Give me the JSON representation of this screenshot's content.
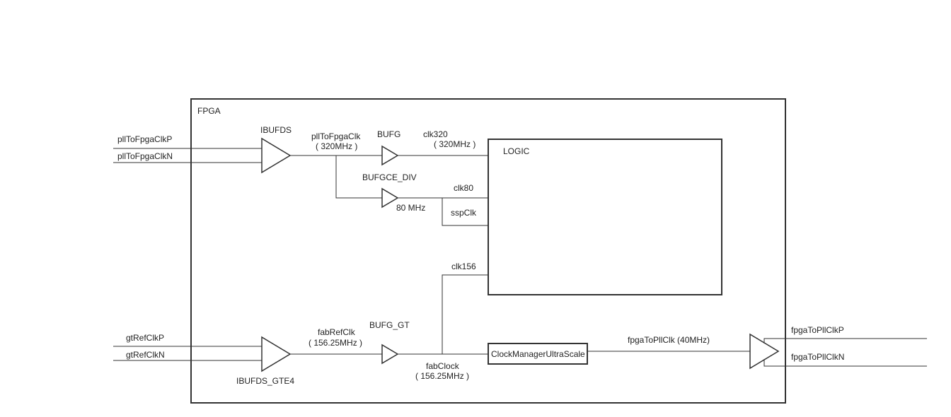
{
  "diagram": {
    "fpga_label": "FPGA",
    "logic_label": "LOGIC",
    "clock_manager_label": "ClockManagerUltraScale",
    "inputs": {
      "pll_p": "pllToFpgaClkP",
      "pll_n": "pllToFpgaClkN",
      "gt_p": "gtRefClkP",
      "gt_n": "gtRefClkN"
    },
    "outputs": {
      "fpga_p": "fpgaToPllClkP",
      "fpga_n": "fpgaToPllClkN"
    },
    "buffers": {
      "ibufds": "IBUFDS",
      "bufg": "BUFG",
      "bufgce_div": "BUFGCE_DIV",
      "bufg_gt": "BUFG_GT",
      "ibufds_gte4": "IBUFDS_GTE4"
    },
    "nets": {
      "pll_clk": "pllToFpgaClk",
      "pll_clk_freq": "( 320MHz )",
      "clk320": "clk320",
      "clk320_freq": "( 320MHz )",
      "clk80": "clk80",
      "clk80_freq": "80 MHz",
      "ssp_clk": "sspClk",
      "clk156": "clk156",
      "fab_ref_clk": "fabRefClk",
      "fab_ref_clk_freq": "( 156.25MHz )",
      "fab_clock": "fabClock",
      "fab_clock_freq": "( 156.25MHz )",
      "fpga_to_pll_clk": "fpgaToPllClk (40MHz)"
    }
  }
}
